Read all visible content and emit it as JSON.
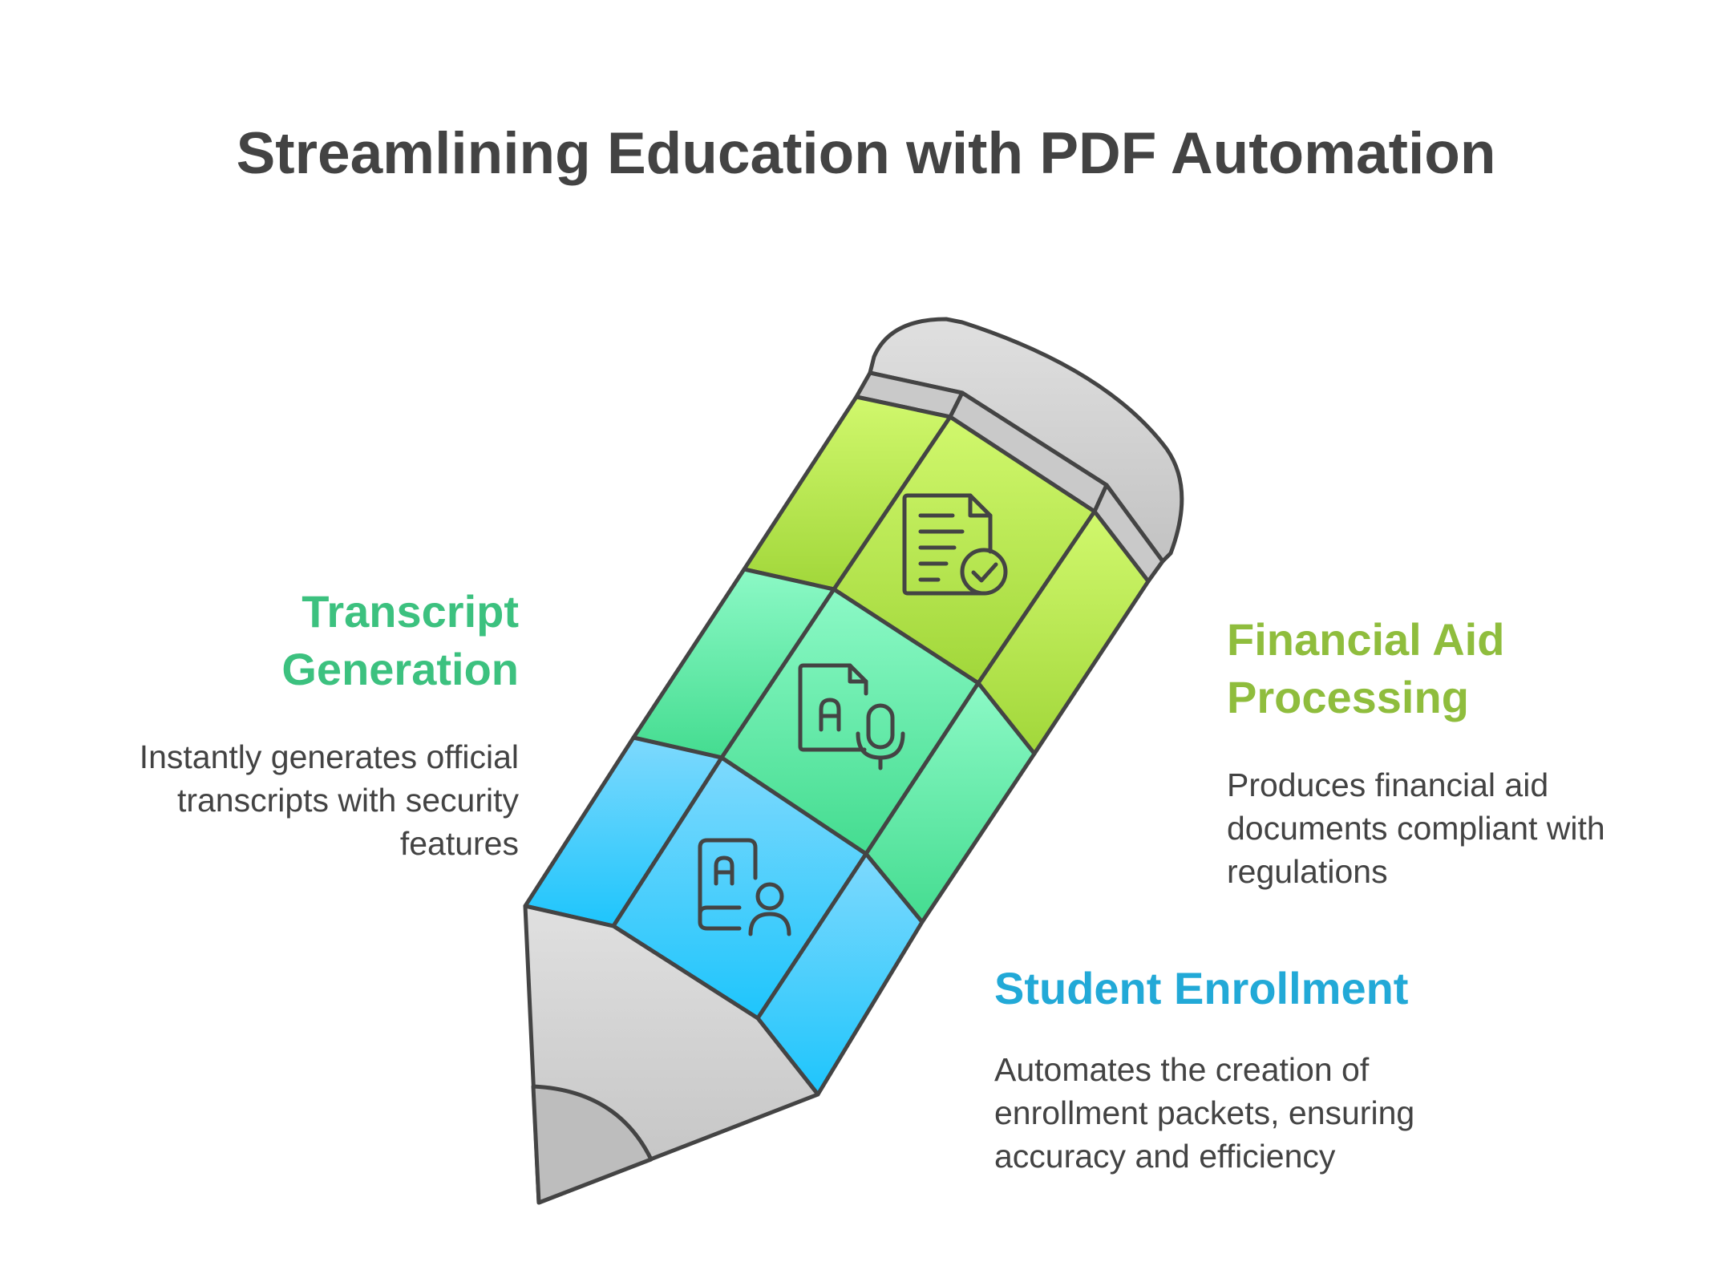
{
  "title": "Streamlining Education with PDF Automation",
  "steps": [
    {
      "heading_line1": "Transcript",
      "heading_line2": "Generation",
      "description": "Instantly generates official transcripts with security features",
      "color": "#3cc17f",
      "icon": "voice-document-icon"
    },
    {
      "heading_line1": "Financial Aid",
      "heading_line2": "Processing",
      "description": "Produces financial aid documents compliant with regulations",
      "color": "#8fbd3d",
      "icon": "document-check-icon"
    },
    {
      "heading_line1": "Student Enrollment",
      "heading_line2": "",
      "description": "Automates the creation of enrollment packets, ensuring accuracy and efficiency",
      "color": "#22a9d7",
      "icon": "student-profile-book-icon"
    }
  ]
}
